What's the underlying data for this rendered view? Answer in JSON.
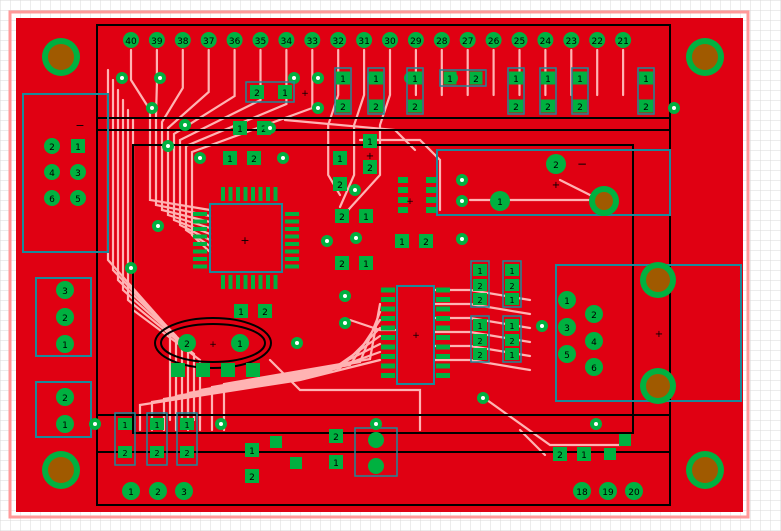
{
  "colors": {
    "grid": "#d8d8d8",
    "background": "#ffffff",
    "board_outline": "#ff9a9a",
    "copper": "#e00012",
    "trace": "#ffb3b3",
    "pad": "#00b140",
    "pad_dark": "#007a20",
    "silk_teal": "#1a8a9a",
    "silk_black": "#000000",
    "hole": "#a05a00",
    "pad_text": "#000000"
  },
  "header_top_labels": [
    "40",
    "39",
    "38",
    "37",
    "36",
    "35",
    "34",
    "33",
    "32",
    "31",
    "30",
    "29",
    "28",
    "27",
    "26",
    "25",
    "24",
    "23",
    "22",
    "21"
  ],
  "header_bottom_labels": [
    "1",
    "2",
    "3"
  ],
  "header_bottom_right_labels": [
    "18",
    "19",
    "20"
  ],
  "left_connector_a_labels": [
    "2",
    "1",
    "4",
    "3",
    "6",
    "5"
  ],
  "left_connector_b_labels": [
    "3",
    "2",
    "1"
  ],
  "left_connector_c_labels": [
    "2",
    "1"
  ],
  "right_connector_labels": [
    "1",
    "2",
    "3",
    "4",
    "5",
    "6"
  ],
  "two_pin_labels": [
    "1",
    "2"
  ],
  "crystal_labels": [
    "2",
    "1"
  ],
  "minus_sign": "−",
  "plus_sign": "+"
}
